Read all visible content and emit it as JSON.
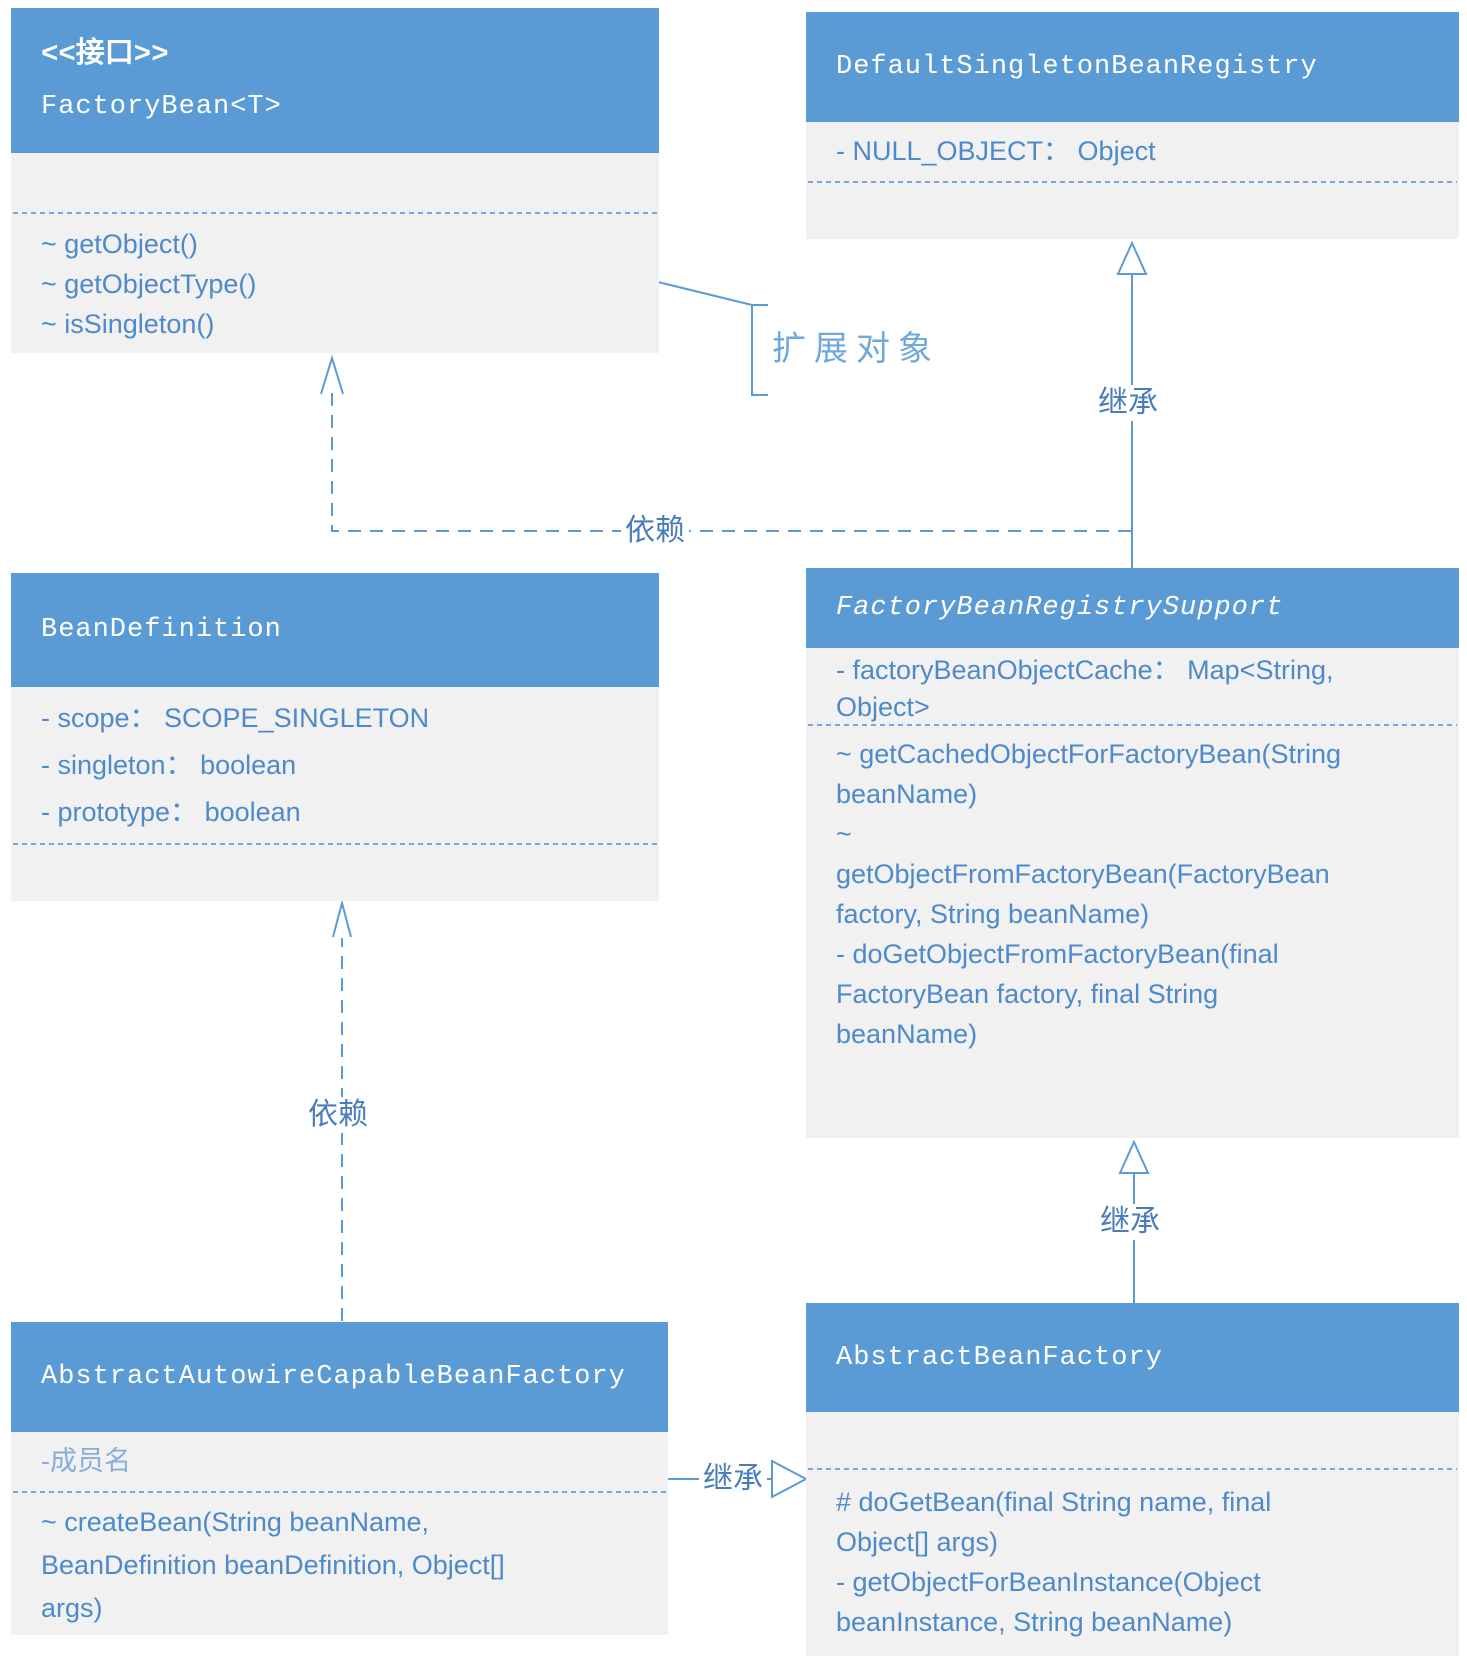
{
  "diagram_title": "FactoryBean / BeanFactory UML class diagram",
  "colors": {
    "header_blue": "#5b9bd5",
    "body_gray": "#f1f1f2",
    "text_blue": "#4e8ac9",
    "line_blue": "#5b9bd5",
    "label_blue": "#4a7ebb",
    "note_blue": "#6fa8dc",
    "member_light_blue": "#87add9"
  },
  "classes": {
    "factoryBean": {
      "stereotype": "<<接口>>",
      "name": "FactoryBean<T>",
      "attrs": [],
      "methods": [
        "~ getObject()",
        "~ getObjectType()",
        "~ isSingleton()"
      ]
    },
    "defaultSingletonBeanRegistry": {
      "name": "DefaultSingletonBeanRegistry",
      "attrs": [
        "- NULL_OBJECT： Object"
      ],
      "methods": []
    },
    "beanDefinition": {
      "name": "BeanDefinition",
      "attrs": [
        "- scope： SCOPE_SINGLETON",
        "- singleton： boolean",
        "- prototype： boolean"
      ],
      "methods": []
    },
    "factoryBeanRegistrySupport": {
      "name": "FactoryBeanRegistrySupport",
      "attrs": [
        "- factoryBeanObjectCache： Map<String,",
        "Object>"
      ],
      "methods": [
        "~ getCachedObjectForFactoryBean(String",
        "beanName)",
        "~",
        "getObjectFromFactoryBean(FactoryBean",
        "factory, String beanName)",
        "- doGetObjectFromFactoryBean(final",
        "FactoryBean factory, final String",
        "beanName)"
      ]
    },
    "abstractAutowireCapableBeanFactory": {
      "name": "AbstractAutowireCapableBeanFactory",
      "attrs": [
        "-成员名"
      ],
      "methods": [
        "~ createBean(String beanName,",
        "BeanDefinition beanDefinition, Object[]",
        "args)"
      ]
    },
    "abstractBeanFactory": {
      "name": "AbstractBeanFactory",
      "attrs": [],
      "methods": [
        "# doGetBean(final String name, final",
        "Object[] args)",
        "- getObjectForBeanInstance(Object",
        "beanInstance, String beanName)"
      ]
    }
  },
  "relations": [
    {
      "type": "dependency",
      "from": "FactoryBeanRegistrySupport",
      "to": "FactoryBean<T>",
      "label": "依赖"
    },
    {
      "type": "inheritance",
      "from": "FactoryBeanRegistrySupport",
      "to": "DefaultSingletonBeanRegistry",
      "label": "继承"
    },
    {
      "type": "note-callout",
      "target": "FactoryBean<T>",
      "label": "扩展对象"
    },
    {
      "type": "dependency",
      "from": "AbstractAutowireCapableBeanFactory",
      "to": "BeanDefinition",
      "label": "依赖"
    },
    {
      "type": "inheritance",
      "from": "AbstractBeanFactory",
      "to": "FactoryBeanRegistrySupport",
      "label": "继承"
    },
    {
      "type": "inheritance",
      "from": "AbstractAutowireCapableBeanFactory",
      "to": "AbstractBeanFactory",
      "label": "继承"
    }
  ]
}
